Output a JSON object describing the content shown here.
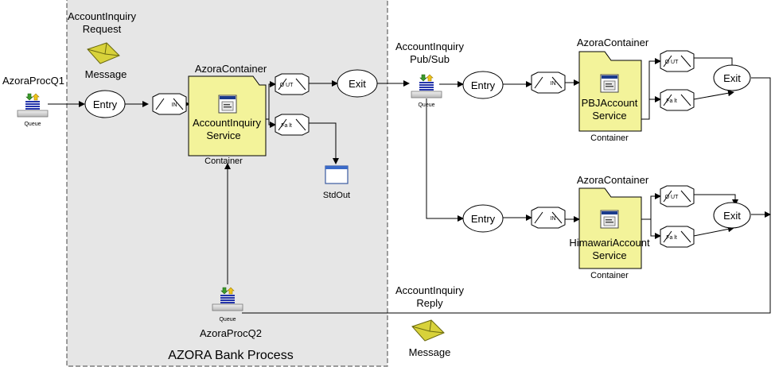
{
  "process": {
    "title": "AZORA Bank Process"
  },
  "queues": {
    "in": {
      "name": "AzoraProcQ1",
      "kind": "Queue"
    },
    "pubsub": {
      "name_line1": "AccountInquiry",
      "name_line2": "Pub/Sub",
      "kind": "Queue"
    },
    "reply": {
      "name": "AzoraProcQ2",
      "kind": "Queue"
    }
  },
  "messages": {
    "request": {
      "line1": "AccountInquiry",
      "line2": "Request",
      "label": "Message"
    },
    "reply": {
      "line1": "AccountInquiry",
      "line2": "Reply",
      "label": "Message"
    }
  },
  "containers": {
    "account_inquiry": {
      "header": "AzoraContainer",
      "line1": "AccountInquiry",
      "line2": "Service",
      "footer": "Container"
    },
    "pbj": {
      "header": "AzoraContainer",
      "line1": "PBJAccount",
      "line2": "Service",
      "footer": "Container"
    },
    "himawari": {
      "header": "AzoraContainer",
      "line1": "HimawariAccount",
      "line2": "Service",
      "footer": "Container"
    }
  },
  "nodes": {
    "entry_main": "Entry",
    "exit_main": "Exit",
    "entry_pbj": "Entry",
    "exit_pbj": "Exit",
    "entry_himawari": "Entry",
    "exit_himawari": "Exit",
    "stdout": "StdOut"
  },
  "ports": {
    "in": "IN",
    "out": "O UT",
    "fault": "Fa lt"
  }
}
